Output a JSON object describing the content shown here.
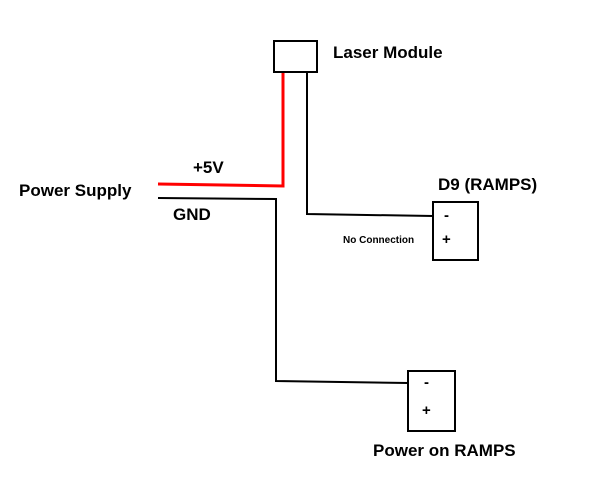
{
  "diagram": {
    "laser_module": {
      "label": "Laser Module"
    },
    "power_supply": {
      "label": "Power Supply",
      "positive_label": "+5V",
      "ground_label": "GND"
    },
    "d9_ramps": {
      "label": "D9 (RAMPS)",
      "minus": "-",
      "plus": "+",
      "plus_note": "No Connection"
    },
    "power_on_ramps": {
      "label": "Power on RAMPS",
      "minus": "-",
      "plus": "+"
    },
    "colors": {
      "positive_wire": "#ff0000",
      "ground_wire": "#000000",
      "signal_wire": "#000000"
    }
  }
}
